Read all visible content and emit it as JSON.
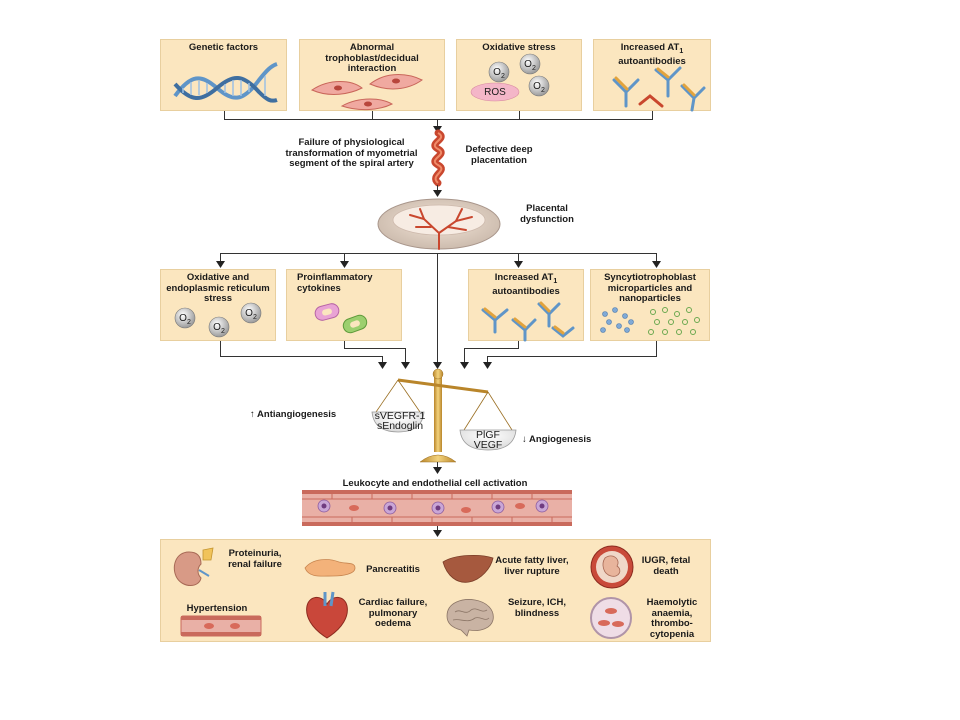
{
  "top_boxes": {
    "genetic": "Genetic factors",
    "trophoblast": "Abnormal trophoblast/decidual interaction",
    "oxidative": "Oxidative stress",
    "at1": "Increased AT",
    "at1_sub": "1",
    "at1_line2": "autoantibodies"
  },
  "ros_label": "ROS",
  "o2": "O",
  "o2_sub": "2",
  "artery": {
    "left_text": "Failure of physiological transformation of myometrial segment of the spiral artery",
    "right_text": "Defective deep placentation"
  },
  "placenta_label": "Placental dysfunction",
  "mid_boxes": {
    "oxidative_er": "Oxidative and endoplasmic reticulum stress",
    "cytokines": "Proinflammatory cytokines",
    "at1": "Increased AT",
    "at1_sub": "1",
    "at1_line2": "autoantibodies",
    "syncytio": "Syncytiotrophoblast microparticles and nanoparticles"
  },
  "balance": {
    "left_caption": "↑ Antiangiogenesis",
    "right_caption": "↓ Angiogenesis",
    "left_pan_1": "sVEGFR-1",
    "left_pan_2": "sEndoglin",
    "right_pan_1": "PlGF",
    "right_pan_2": "VEGF"
  },
  "leukocyte_label": "Leukocyte and endothelial cell activation",
  "outcomes": {
    "renal": "Proteinuria, renal failure",
    "pancreatitis": "Pancreatitis",
    "liver": "Acute fatty liver, liver rupture",
    "iugr": "IUGR, fetal death",
    "hypertension": "Hypertension",
    "cardiac": "Cardiac failure, pulmonary oedema",
    "seizure": "Seizure, ICH, blindness",
    "haemolytic": "Haemolytic anaemia, thrombo-cytopenia"
  },
  "colors": {
    "box_fill": "#fbe6bf",
    "artery_red": "#c9472e",
    "dna_blue": "#5f95c8",
    "vessel_red": "#c96a5c",
    "gold": "#d9a94a"
  },
  "icons": [
    "dna-helix-icon",
    "trophoblast-cell-icon",
    "oxygen-molecule-icon",
    "antibody-icon",
    "spiral-artery-icon",
    "placenta-icon",
    "cytokine-icon",
    "microparticle-icon",
    "balance-scale-icon",
    "blood-vessel-icon",
    "kidney-icon",
    "pancreas-icon",
    "liver-icon",
    "fetus-icon",
    "heart-icon",
    "brain-icon",
    "red-blood-cell-icon"
  ]
}
